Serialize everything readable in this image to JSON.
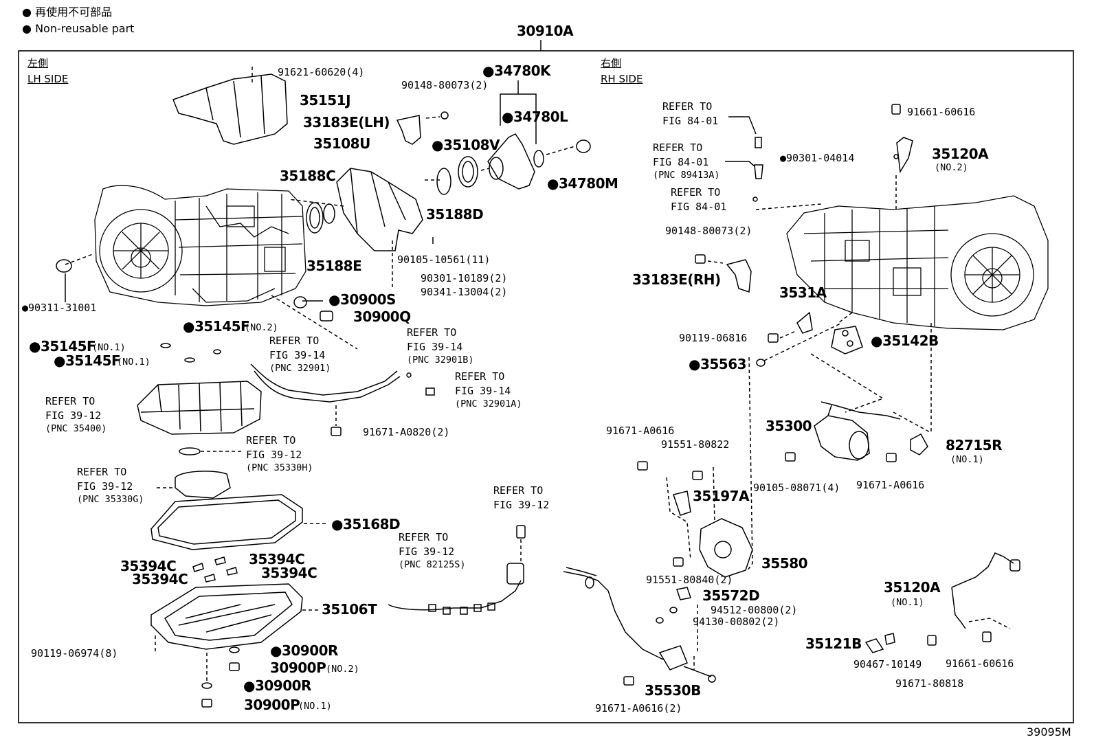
{
  "legend": {
    "jp": "再使用不可部品",
    "en": "Non-reusable part",
    "bullet": "●"
  },
  "assembly": "30910A",
  "footer_code": "39095M",
  "lh_side": {
    "jp": "左側",
    "en": "LH SIDE"
  },
  "rh_side": {
    "jp": "右側",
    "en": "RH SIDE"
  },
  "parts": {
    "p91621": "91621-60620(4)",
    "p35151J": "35151J",
    "p90148a": "90148-80073(2)",
    "p34780K": "34780K",
    "p33183ELH": "33183E(LH)",
    "p34780L": "34780L",
    "p35108U": "35108U",
    "p35108V": "35108V",
    "p35188C": "35188C",
    "p34780M": "34780M",
    "p35188D": "35188D",
    "p35188E": "35188E",
    "p90105": "90105-10561(11)",
    "p90301a": "90301-10189(2)",
    "p90341": "90341-13004(2)",
    "p90311": "90311-31001",
    "p30900S": "30900S",
    "p30900Q": "30900Q",
    "p35145F": "35145F",
    "p35145F_no2": "(NO.2)",
    "p35145Fa": "35145F",
    "p35145Fa_no1": "(NO.1)",
    "p35145Fb": "35145F",
    "p35145Fb_no1": "(NO.1)",
    "p91671a": "91671-A0820(2)",
    "p35168D": "35168D",
    "p35394C1": "35394C",
    "p35394C2": "35394C",
    "p35394C3": "35394C",
    "p35394C4": "35394C",
    "p35106T": "35106T",
    "p90119a": "90119-06974(8)",
    "p30900R1": "30900R",
    "p30900P1": "30900P",
    "p30900P1_no": "(NO.2)",
    "p30900R2": "30900R",
    "p30900P2": "30900P",
    "p30900P2_no": "(NO.1)",
    "p91661a": "91661-60616",
    "p90301b": "90301-04014",
    "p35120A2": "35120A",
    "p35120A2_no": "(NO.2)",
    "p90148b": "90148-80073(2)",
    "p33183ERH": "33183E(RH)",
    "p3531A": "3531A",
    "p90119b": "90119-06816",
    "p35142B": "35142B",
    "p35563": "35563",
    "p91671b": "91671-A0616",
    "p91551a": "91551-80822",
    "p35300": "35300",
    "p82715R": "82715R",
    "p82715R_no": "(NO.1)",
    "p35197A": "35197A",
    "p90105b": "90105-08071(4)",
    "p91671c": "91671-A0616",
    "p35580": "35580",
    "p91551b": "91551-80840(2)",
    "p35572D": "35572D",
    "p94512": "94512-00800(2)",
    "p94130": "94130-00802(2)",
    "p35120A1": "35120A",
    "p35120A1_no": "(NO.1)",
    "p35121B": "35121B",
    "p90467": "90467-10149",
    "p91661b": "91661-60616",
    "p91671d": "91671-80818",
    "p35530B": "35530B",
    "p91671e": "91671-A0616(2)"
  },
  "refs": {
    "r1": [
      "REFER TO",
      "FIG 39-14",
      "(PNC 32901)"
    ],
    "r2": [
      "REFER TO",
      "FIG 39-14",
      "(PNC 32901B)"
    ],
    "r3": [
      "REFER TO",
      "FIG 39-14",
      "(PNC 32901A)"
    ],
    "r4": [
      "REFER TO",
      "FIG 39-12",
      "(PNC 35400)"
    ],
    "r5": [
      "REFER TO",
      "FIG 39-12",
      "(PNC 35330H)"
    ],
    "r6": [
      "REFER TO",
      "FIG 39-12",
      "(PNC 35330G)"
    ],
    "r7": [
      "REFER TO",
      "FIG 39-12"
    ],
    "r8": [
      "REFER TO",
      "FIG 39-12",
      "(PNC 82125S)"
    ],
    "r9": [
      "REFER TO",
      "FIG 84-01"
    ],
    "r10": [
      "REFER TO",
      "FIG 84-01",
      "(PNC 89413A)"
    ],
    "r11": [
      "REFER TO",
      "FIG 84-01"
    ]
  }
}
